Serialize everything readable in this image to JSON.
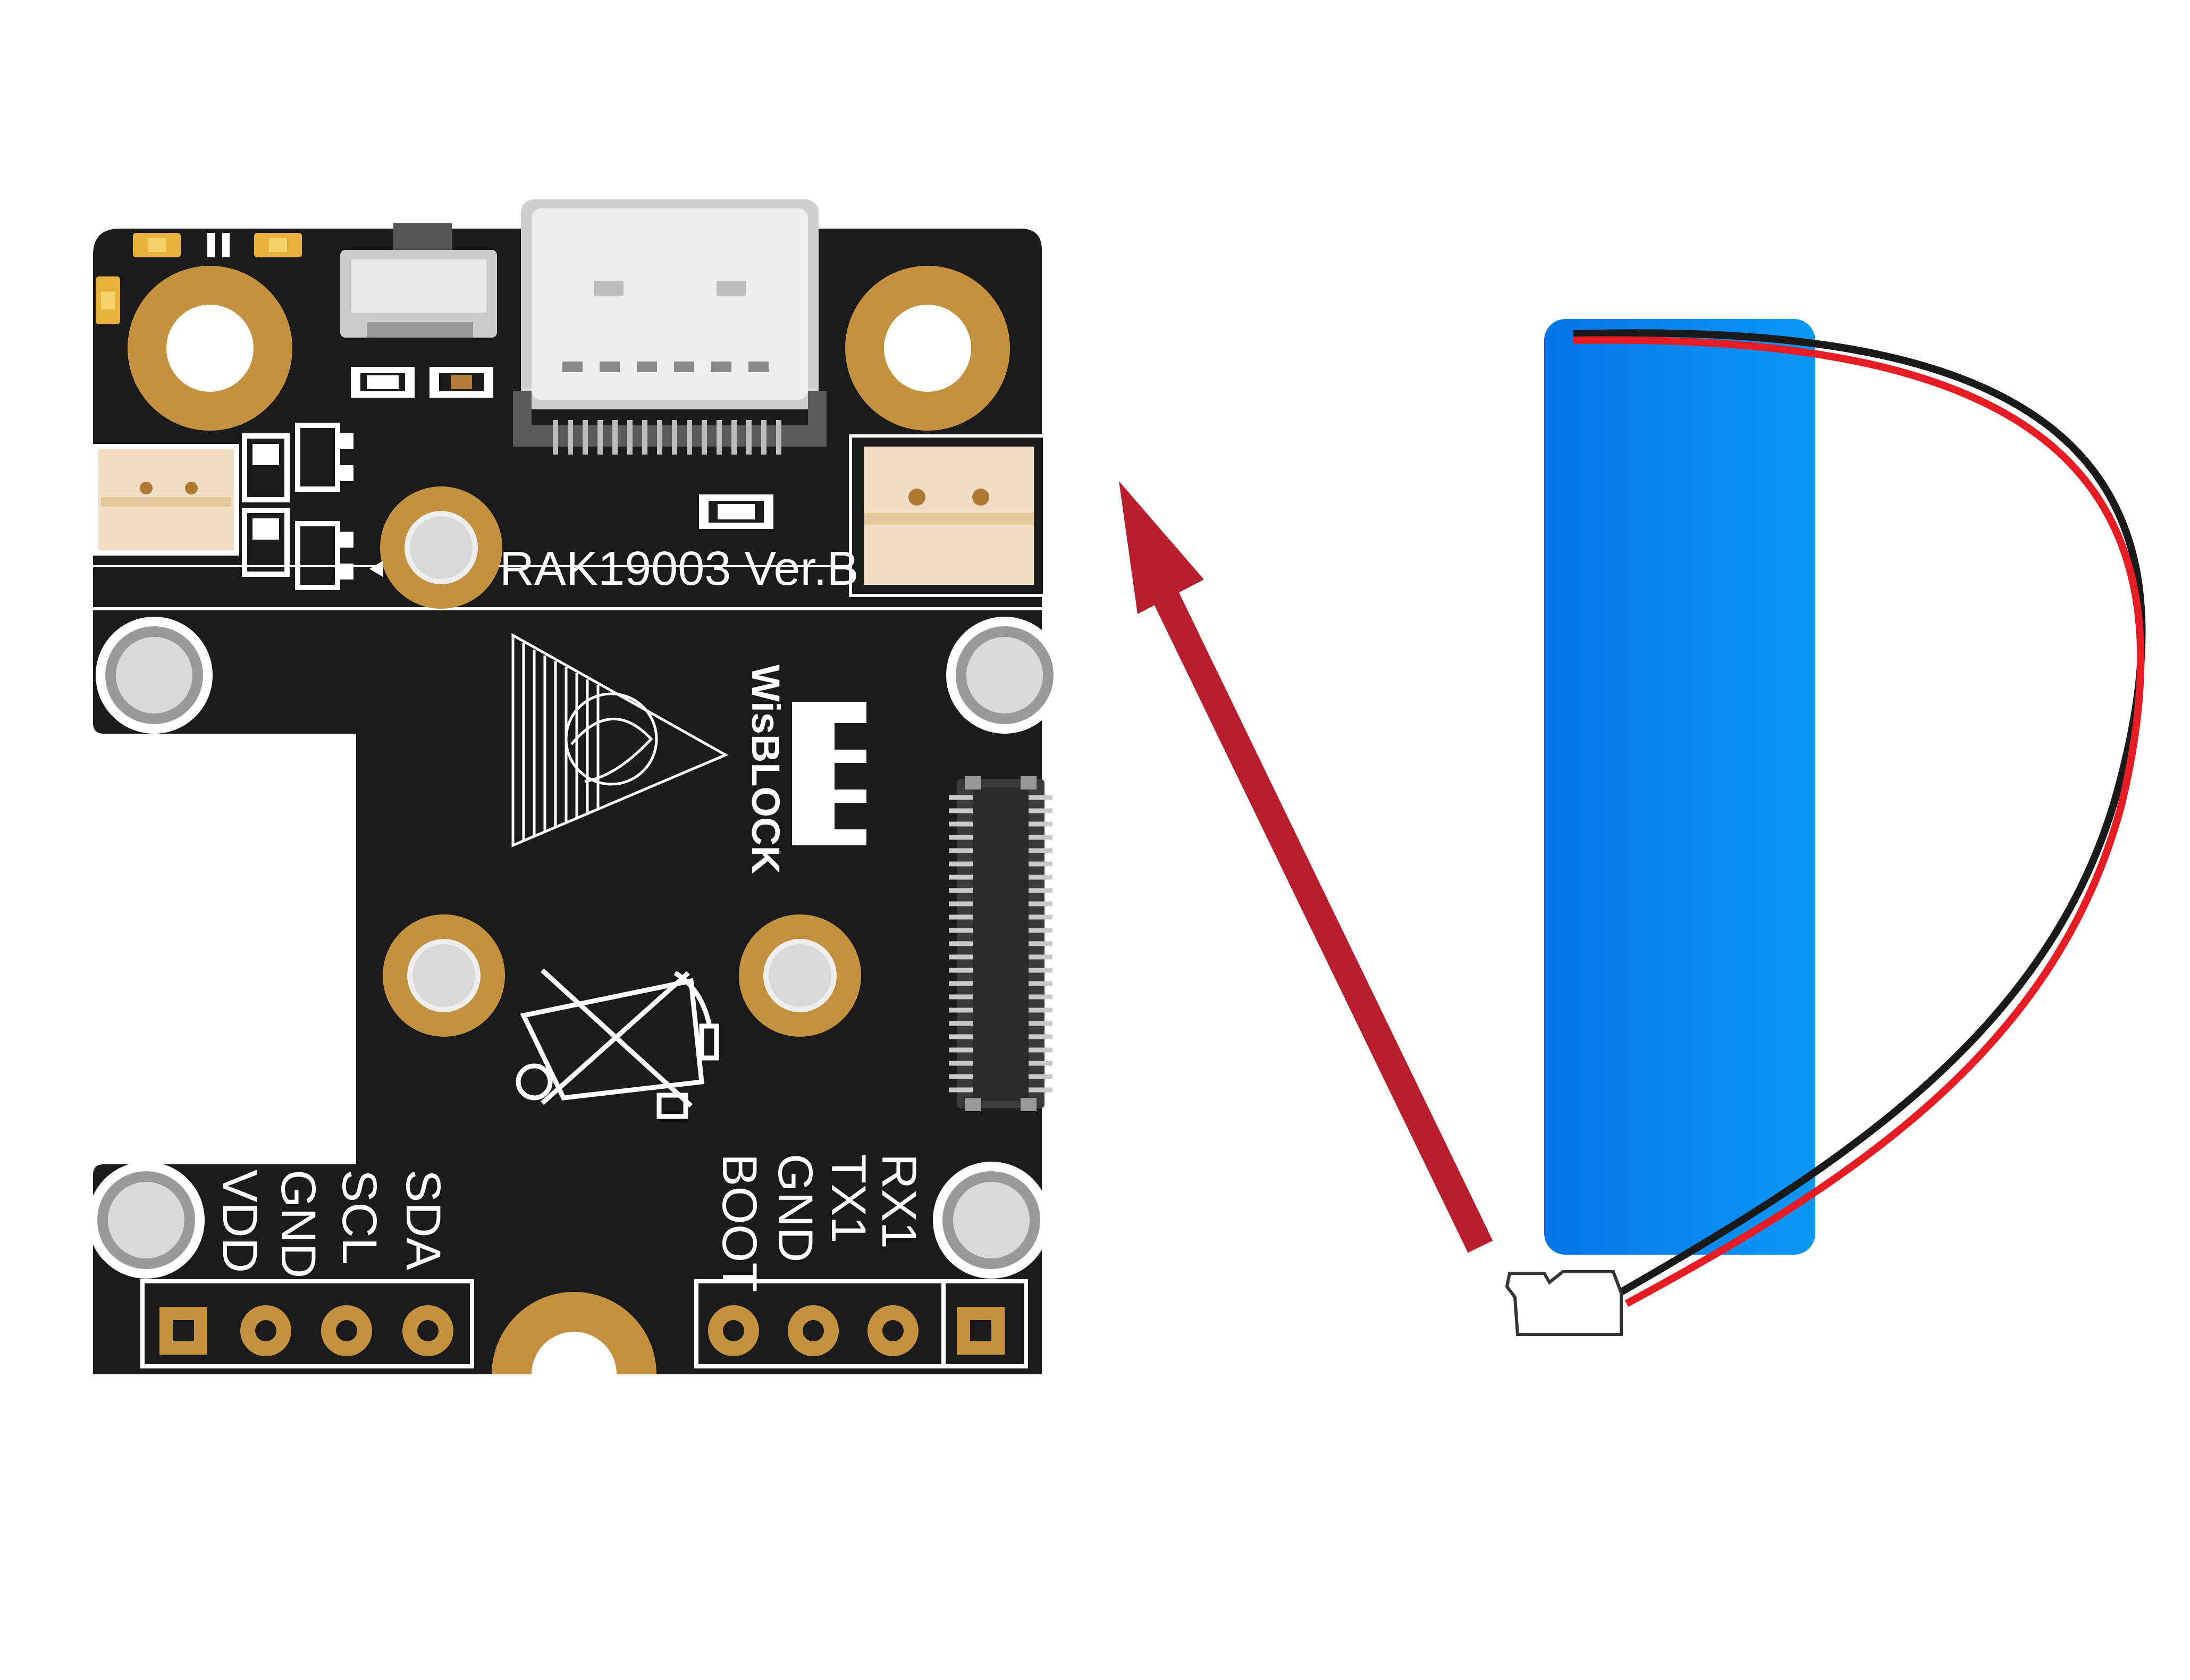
{
  "board": {
    "model_text": "RAK19003 Ver.B",
    "brand_text": "WisBLOCK",
    "left_header_pins": [
      "VDD",
      "GND",
      "SCL",
      "SDA"
    ],
    "right_header_pins": [
      "BOOT",
      "GND",
      "TX1",
      "RX1"
    ],
    "pcb_color": "#1b1b1b",
    "pad_color": "#c4913f",
    "silk_color": "#ffffff"
  },
  "arrow": {
    "color": "#b81f2e"
  },
  "battery": {
    "color_light": "#0a97f7",
    "color_dark": "#0575e6",
    "wire_positive_color": "#e51c23",
    "wire_negative_color": "#1a1a1a"
  }
}
